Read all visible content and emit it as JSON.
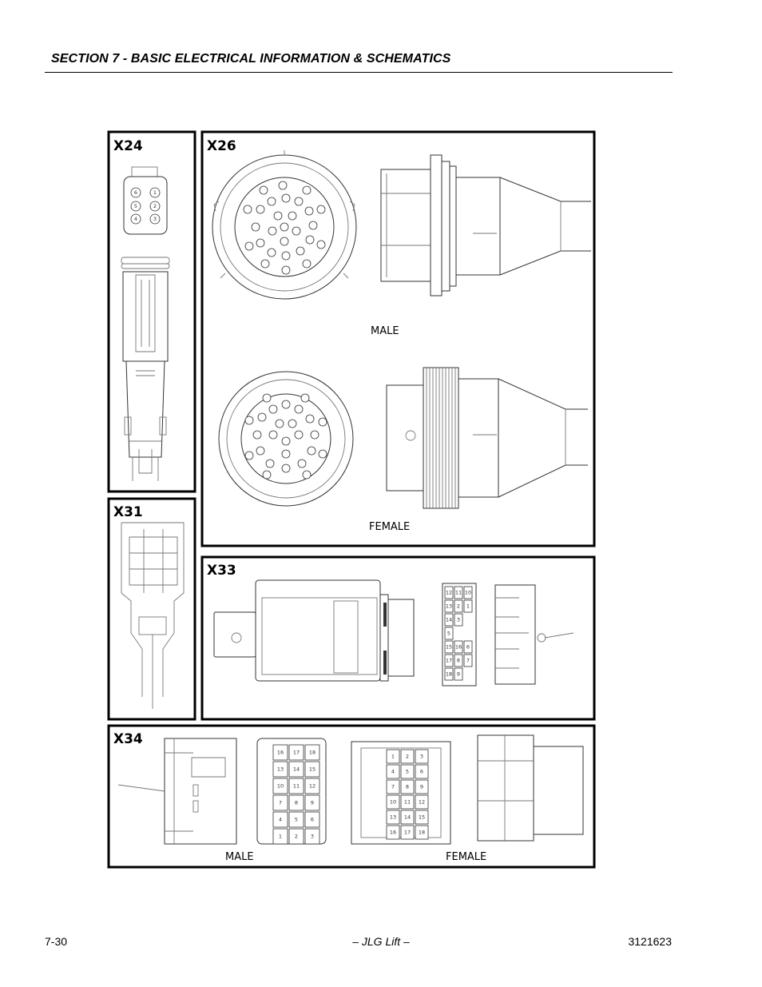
{
  "header": {
    "section_title": "SECTION 7 - BASIC ELECTRICAL INFORMATION & SCHEMATICS"
  },
  "figure": {
    "panels": [
      {
        "id": "X24",
        "label": "X24"
      },
      {
        "id": "X26",
        "label": "X26",
        "views": [
          "MALE",
          "FEMALE"
        ]
      },
      {
        "id": "X31",
        "label": "X31"
      },
      {
        "id": "X33",
        "label": "X33"
      },
      {
        "id": "X34",
        "label": "X34",
        "views": [
          "MALE",
          "FEMALE"
        ]
      }
    ],
    "x24_pins": [
      "6",
      "1",
      "5",
      "2",
      "4",
      "3"
    ],
    "x33_pins_left": [
      [
        "12",
        "11",
        "10"
      ],
      [
        "13",
        "2",
        "1"
      ],
      [
        "14",
        "3"
      ],
      [
        "5"
      ],
      [
        "15",
        "16",
        "6"
      ],
      [
        "17",
        "8",
        "7"
      ],
      [
        "18",
        "9"
      ]
    ],
    "x34_male_pins": [
      [
        "16",
        "17",
        "18"
      ],
      [
        "13",
        "14",
        "15"
      ],
      [
        "10",
        "11",
        "12"
      ],
      [
        "7",
        "8",
        "9"
      ],
      [
        "4",
        "5",
        "6"
      ],
      [
        "1",
        "2",
        "3"
      ]
    ],
    "x34_female_pins": [
      [
        "1",
        "2",
        "3"
      ],
      [
        "4",
        "5",
        "6"
      ],
      [
        "7",
        "8",
        "9"
      ],
      [
        "10",
        "11",
        "12"
      ],
      [
        "13",
        "14",
        "15"
      ],
      [
        "16",
        "17",
        "18"
      ]
    ]
  },
  "footer": {
    "page_number": "7-30",
    "center": "– JLG Lift –",
    "doc_number": "3121623"
  }
}
